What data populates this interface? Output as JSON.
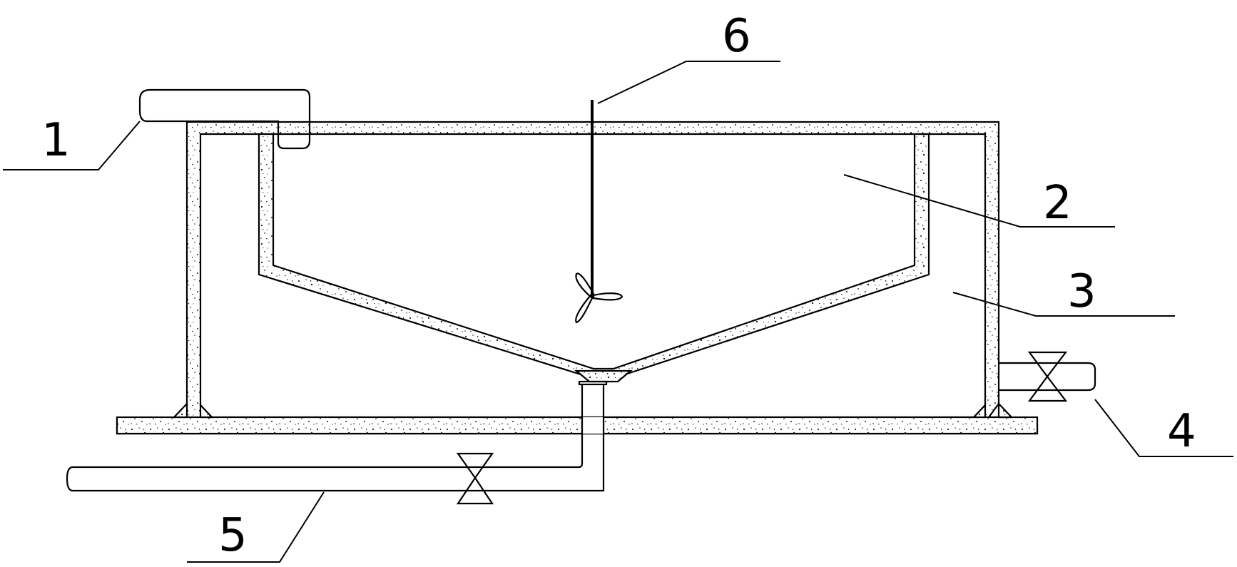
{
  "labels": {
    "inlet_pipe": "1",
    "inner_tank": "2",
    "outer_chamber": "3",
    "side_outlet": "4",
    "bottom_drain": "5",
    "agitator": "6"
  },
  "colors": {
    "line": "#000000",
    "background": "#ffffff",
    "speckle": "#222222"
  }
}
